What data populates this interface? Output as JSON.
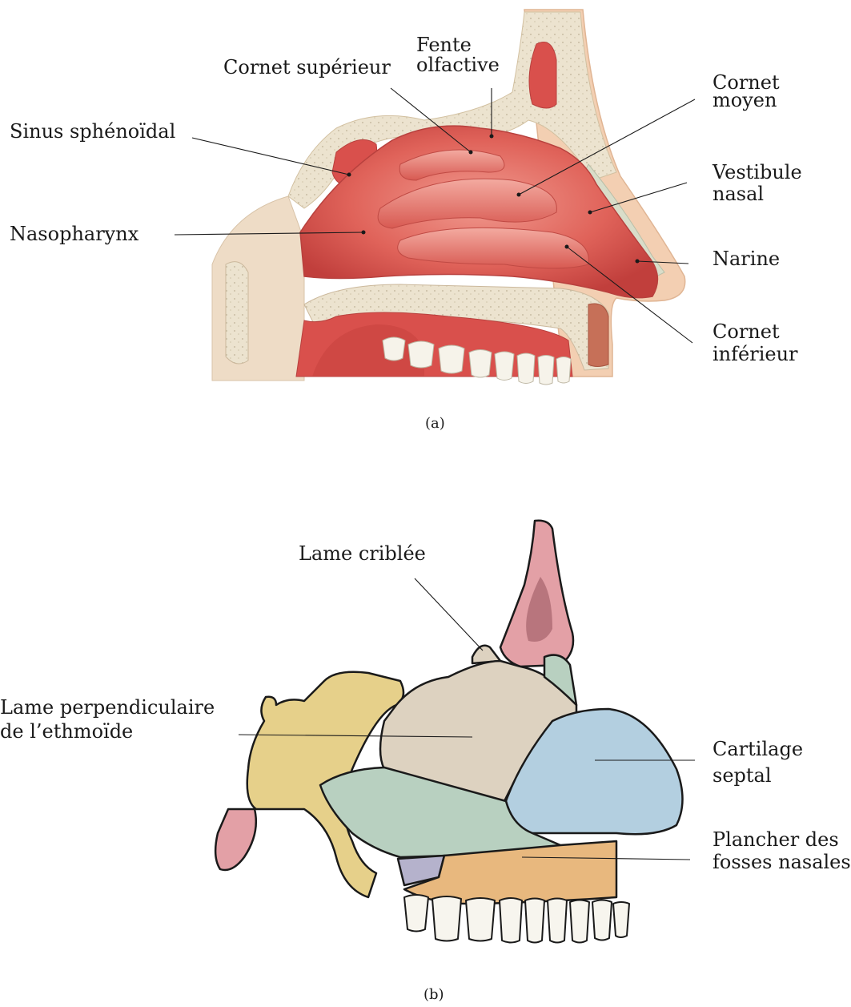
{
  "panel_a": {
    "labels": {
      "cornet_superieur": "Cornet supérieur",
      "fente_olfactive_1": "Fente",
      "fente_olfactive_2": "olfactive",
      "cornet_moyen_1": "Cornet",
      "cornet_moyen_2": "moyen",
      "sinus_sphenoidal": "Sinus sphénoïdal",
      "vestibule_nasal_1": "Vestibule",
      "vestibule_nasal_2": "nasal",
      "nasopharynx": "Nasopharynx",
      "narine": "Narine",
      "cornet_inferieur_1": "Cornet",
      "cornet_inferieur_2": "inférieur"
    },
    "caption": "(a)"
  },
  "panel_b": {
    "labels": {
      "lame_criblee": "Lame criblée",
      "lame_perpendiculaire_1": "Lame perpendiculaire",
      "lame_perpendiculaire_2": "de l’ethmoïde",
      "cartilage_septal_1": "Cartilage",
      "cartilage_septal_2": "septal",
      "plancher_1": "Plancher des",
      "plancher_2": "fosses nasales"
    },
    "caption": "(b)"
  },
  "colors": {
    "mucosa": "#d9504c",
    "mucosa_light": "#ec8a80",
    "bone": "#e8dcc4",
    "skin": "#f2c9a8",
    "ethmoid": "#ddd2c0",
    "vomer": "#b8d0c0",
    "cartilage": "#b3cfe0",
    "palatine": "#e8b87e",
    "sphenoid": "#e6d08a",
    "nasal_bone": "#e3a0a6",
    "teeth": "#f7f5ee"
  }
}
